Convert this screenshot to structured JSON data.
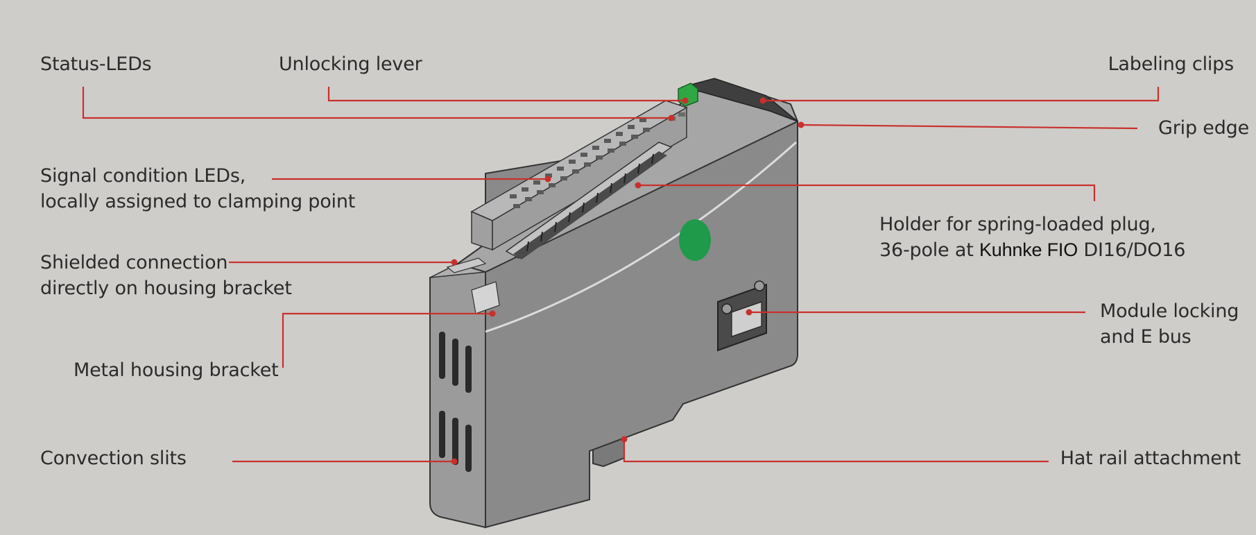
{
  "colors": {
    "background": "#cfcdca",
    "leader_line": "#c9302c",
    "housing": "#8e8e8e",
    "status_dot": "#1e9a4a"
  },
  "labels": {
    "status_leds": "Status-LEDs",
    "unlocking_lever": "Unlocking lever",
    "labeling_clips": "Labeling clips",
    "grip_edge": "Grip edge",
    "signal_leds_line1": "Signal condition LEDs,",
    "signal_leds_line2": "locally assigned to clamping point",
    "holder_line1": "Holder for spring-loaded plug,",
    "holder_line2_prefix": "36-pole at ",
    "holder_brand": "Kuhnke FIO",
    "holder_line2_suffix": " DI16/DO16",
    "shield_line1": "Shielded connection",
    "shield_line2": "directly on housing bracket",
    "module_locking_line1": "Module locking",
    "module_locking_line2": "and E bus",
    "metal_bracket": "Metal housing bracket",
    "convection_slits": "Convection slits",
    "hat_rail": "Hat rail attachment"
  }
}
